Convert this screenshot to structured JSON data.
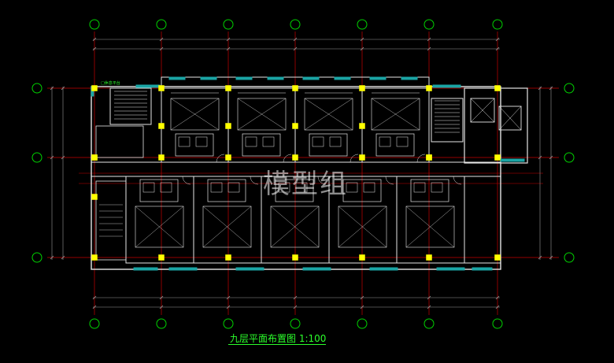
{
  "drawing": {
    "title": "九层平面布置图 1:100",
    "watermark": "模型组",
    "stair_label": "□休息平台",
    "colors": {
      "background": "#000000",
      "axis_red": "#c80000",
      "wall_white": "#e6e6e6",
      "window_cyan": "#1aa5a5",
      "column_yellow": "#ffff00",
      "grid_bubble_green": "#00d200",
      "title_green": "#2bff2b",
      "dimension_grey": "#9a9a9a"
    }
  }
}
